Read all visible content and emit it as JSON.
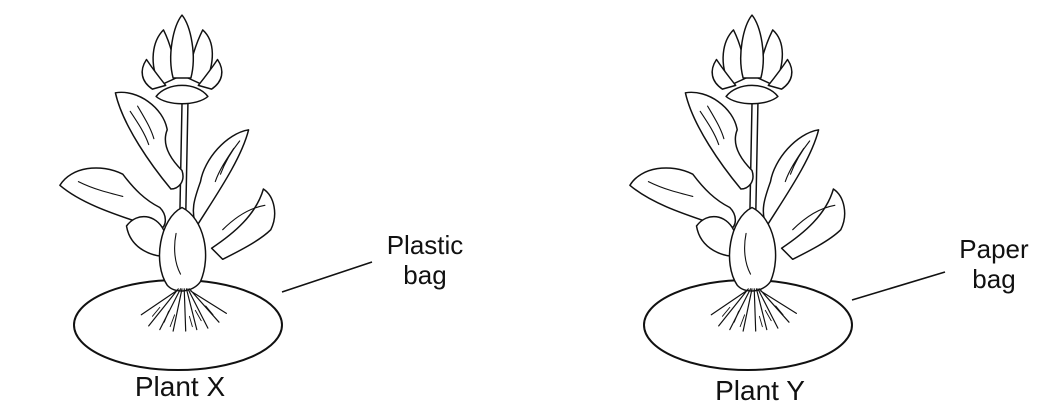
{
  "plants": [
    {
      "title": "Plant X",
      "bag_label_line1": "Plastic",
      "bag_label_line2": "bag"
    },
    {
      "title": "Plant Y",
      "bag_label_line1": "Paper",
      "bag_label_line2": "bag"
    }
  ],
  "colors": {
    "ink": "#111111",
    "background": "#ffffff"
  }
}
